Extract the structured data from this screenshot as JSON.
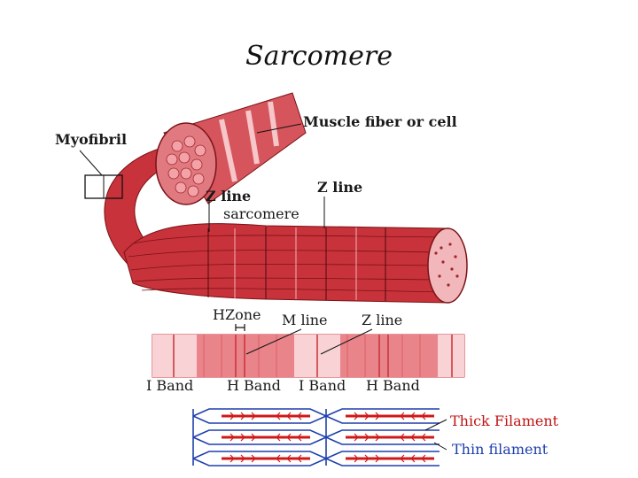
{
  "title": "Sarcomere",
  "labels": {
    "myofibril": "Myofibril",
    "muscle_fiber": "Muscle fiber or cell",
    "z_line_top_left": "Z line",
    "z_line_top_right": "Z line",
    "sarcomere": "sarcomere",
    "h_zone": "HZone",
    "m_line": "M line",
    "z_line_band": "Z line",
    "i_band_1": "I Band",
    "h_band_1": "H Band",
    "i_band_2": "I Band",
    "h_band_2": "H Band",
    "thick_filament": "Thick Filament",
    "thin_filament": "Thin filament"
  },
  "colors": {
    "muscle_red": "#c8323a",
    "muscle_light": "#e9848a",
    "band_pink": "#f3a3a8",
    "thick_filament": "#d01818",
    "thin_filament": "#1e3fae",
    "label_thick": "#c01414",
    "label_thin": "#1e3fae"
  }
}
